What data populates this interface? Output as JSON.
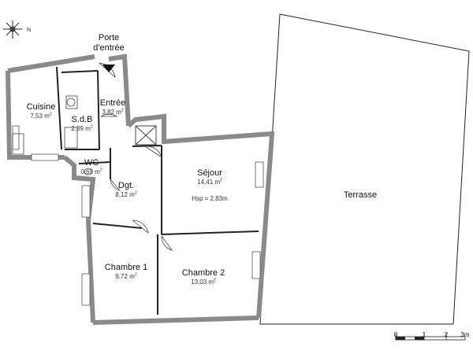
{
  "entrance": {
    "label_line1": "Porte",
    "label_line2": "d'entrée"
  },
  "compass": {
    "letter": "N"
  },
  "rooms": {
    "cuisine": {
      "name": "Cuisine",
      "area": "7,53 m",
      "unit_exp": "2"
    },
    "sdb": {
      "name": "S.d.B",
      "area": "2,89 m",
      "unit_exp": "2"
    },
    "entree": {
      "name": "Entrée",
      "area": "3,82 m",
      "unit_exp": "2"
    },
    "wc": {
      "name": "WC",
      "area": "0,69 m",
      "unit_exp": "2"
    },
    "dgt": {
      "name": "Dgt.",
      "area": "8,12 m",
      "unit_exp": "2"
    },
    "sejour": {
      "name": "Séjour",
      "area": "14,41 m",
      "unit_exp": "2",
      "height": "Hsp = 2,83m"
    },
    "chambre1": {
      "name": "Chambre 1",
      "area": "9,72 m",
      "unit_exp": "2"
    },
    "chambre2": {
      "name": "Chambre 2",
      "area": "13,03 m",
      "unit_exp": "2"
    },
    "terrasse": {
      "name": "Terrasse"
    }
  },
  "scale": {
    "ticks": [
      "0",
      "1",
      "2",
      "3m"
    ]
  }
}
